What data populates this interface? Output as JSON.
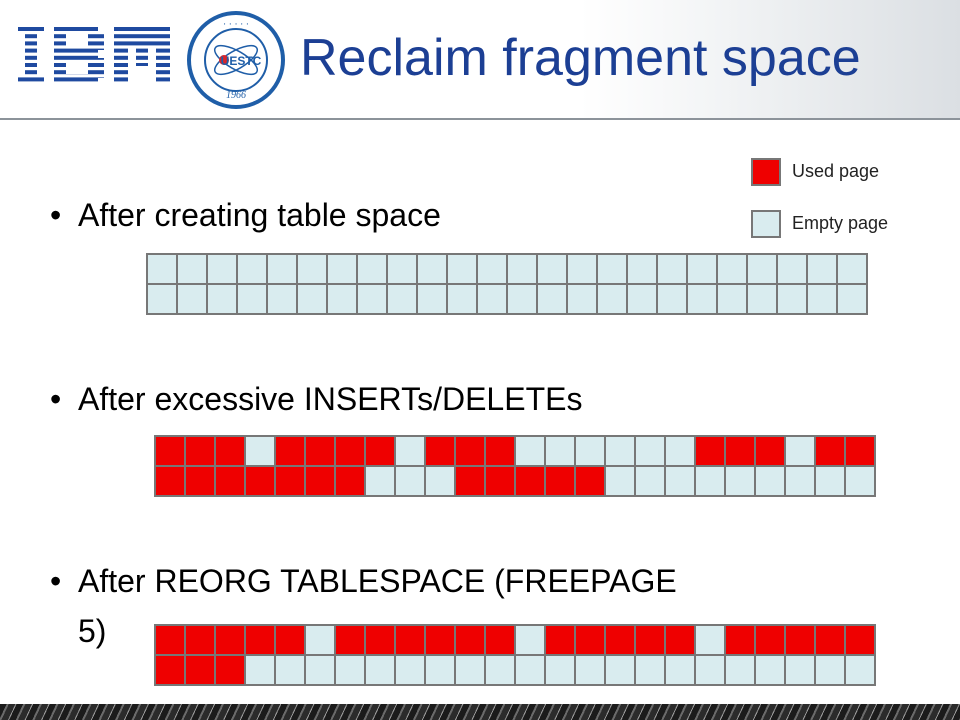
{
  "slide": {
    "title": "Reclaim fragment space",
    "logos": {
      "ibm": "IBM",
      "seal_text": "UESTC",
      "seal_year": "1966"
    }
  },
  "legend": {
    "used_label": "Used page",
    "empty_label": "Empty page",
    "used_color": "#ef0000",
    "empty_color": "#d9ecef"
  },
  "bullets": [
    {
      "text": "After creating table space"
    },
    {
      "text": "After excessive INSERTs/DELETEs"
    },
    {
      "text_line1": "After REORG TABLESPACE (FREEPAGE",
      "text_line2": "5)"
    }
  ],
  "grids": [
    {
      "cols": 24,
      "rows": [
        "000000000000000000000000",
        "000000000000000000000000"
      ]
    },
    {
      "cols": 24,
      "rows": [
        "111011110111000000111011",
        "111111100011111000000000"
      ]
    },
    {
      "cols": 24,
      "rows": [
        "111110111111011111011111",
        "111000000000000000000000"
      ]
    }
  ]
}
